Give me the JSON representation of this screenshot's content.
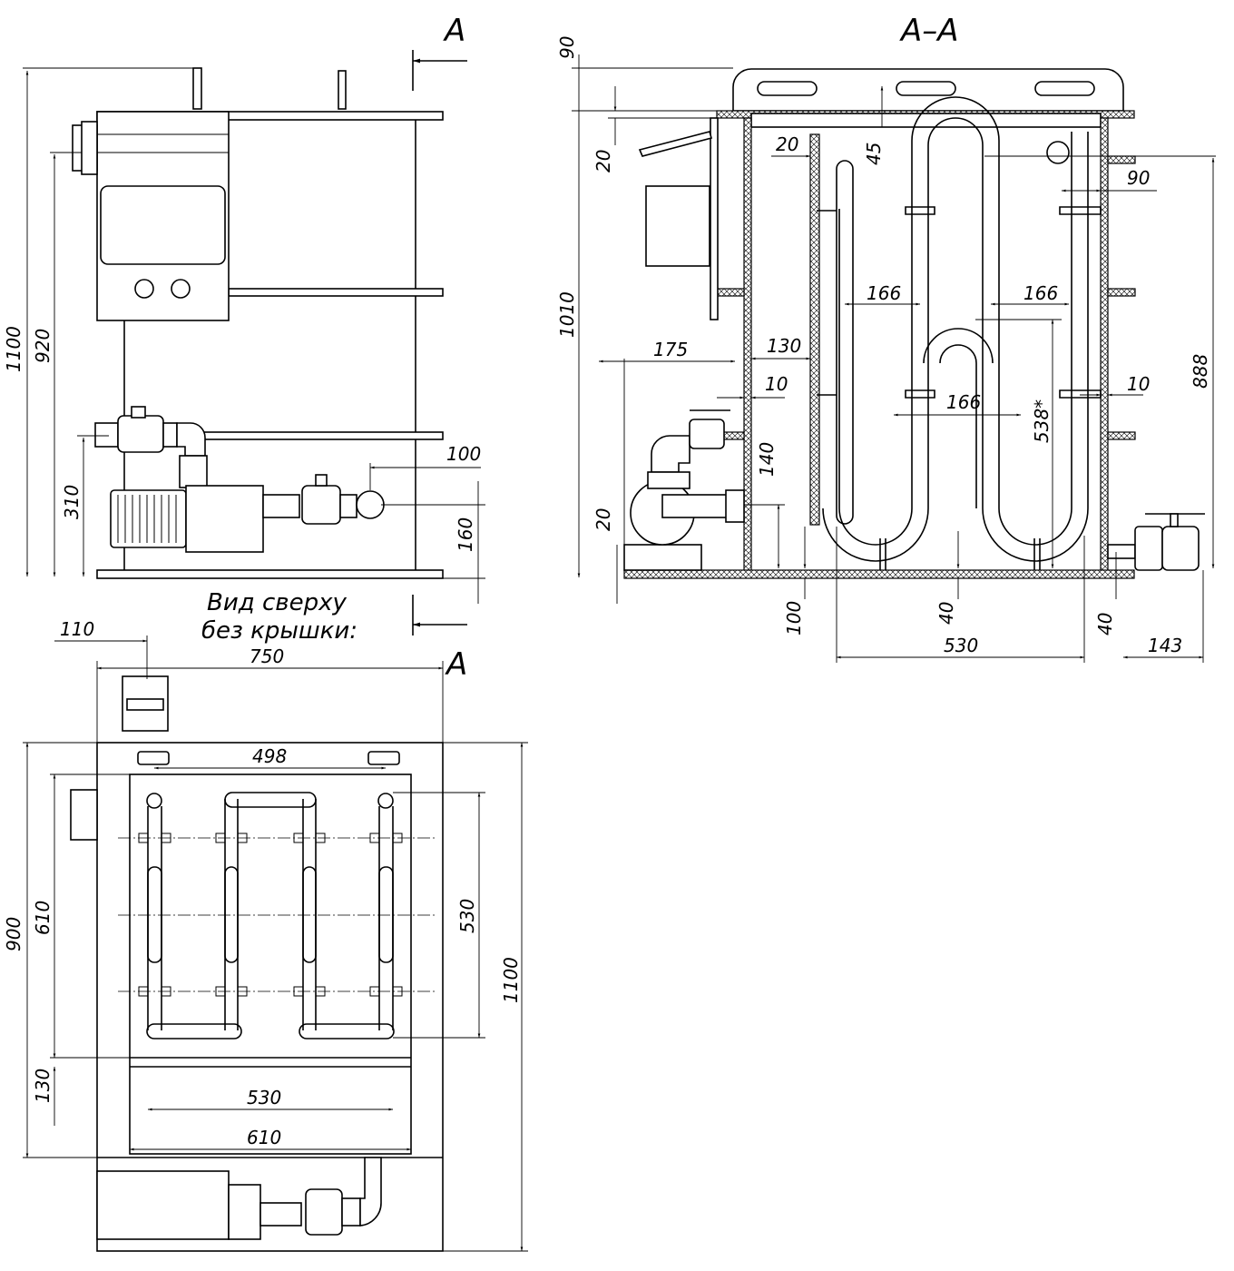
{
  "front_view": {
    "section_mark_top": "A",
    "section_mark_bottom": "A",
    "dims": {
      "h_total": "1100",
      "h_920": "920",
      "h_310": "310",
      "w_100": "100",
      "h_160": "160"
    },
    "caption_line1": "Вид сверху",
    "caption_line2": "без крышки:"
  },
  "section_view": {
    "title": "A–A",
    "dims": {
      "top_90": "90",
      "top_20": "20",
      "h_1010": "1010",
      "wall_20": "20",
      "gap_45": "45",
      "right_90": "90",
      "h_888": "888",
      "pitch_166_a": "166",
      "pitch_166_b": "166",
      "w_175": "175",
      "w_130": "130",
      "t_10_left": "10",
      "t_10_right": "10",
      "pitch_166_c": "166",
      "h_538": "538*",
      "h_140": "140",
      "h_20_bottom": "20",
      "h_100": "100",
      "h_40_a": "40",
      "h_40_b": "40",
      "w_530": "530",
      "w_143": "143"
    }
  },
  "top_view": {
    "dims": {
      "w_110": "110",
      "w_750": "750",
      "w_498": "498",
      "h_900": "900",
      "h_610": "610",
      "h_530": "530",
      "h_1100": "1100",
      "h_130": "130",
      "w_530": "530",
      "w_610": "610"
    }
  }
}
